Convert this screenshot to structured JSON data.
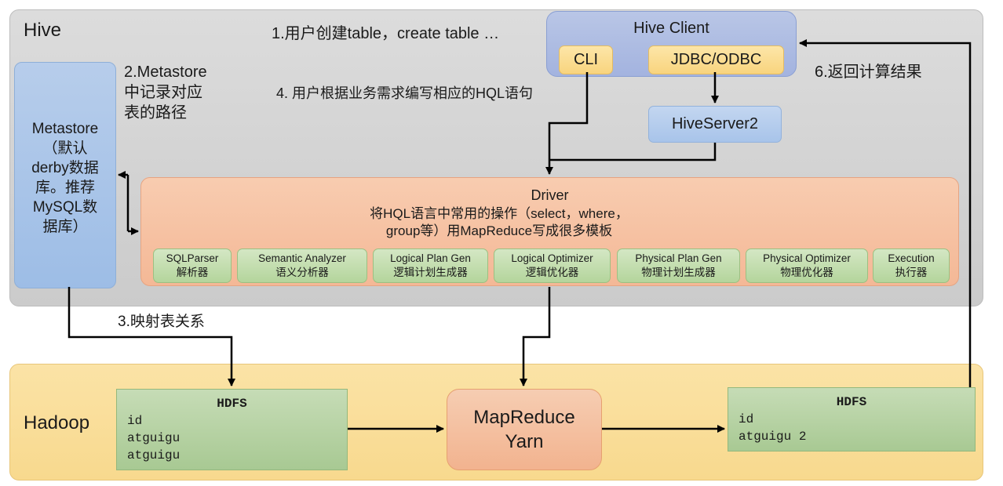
{
  "regions": {
    "hive": "Hive",
    "hadoop": "Hadoop"
  },
  "notes": {
    "step1": "1.用户创建table，create table …",
    "step2_lines": [
      "2.Metastore",
      "中记录对应",
      "表的路径"
    ],
    "step3": "3.映射表关系",
    "step4": "4. 用户根据业务需求编写相应的HQL语句",
    "step6": "6.返回计算结果"
  },
  "metastore": {
    "lines": [
      "Metastore",
      "（默认",
      "derby数据",
      "库。推荐",
      "MySQL数",
      "据库）"
    ]
  },
  "hive_client": {
    "title": "Hive Client",
    "cli": "CLI",
    "jdbc": "JDBC/ODBC"
  },
  "hiveserver2": "HiveServer2",
  "driver": {
    "title": "Driver",
    "desc_line1": "将HQL语言中常用的操作（select，where，",
    "desc_line2": "group等）用MapReduce写成很多模板",
    "steps": [
      {
        "en": "SQLParser",
        "zh": "解析器"
      },
      {
        "en": "Semantic Analyzer",
        "zh": "语义分析器"
      },
      {
        "en": "Logical Plan Gen",
        "zh": "逻辑计划生成器"
      },
      {
        "en": "Logical Optimizer",
        "zh": "逻辑优化器"
      },
      {
        "en": "Physical Plan Gen",
        "zh": "物理计划生成器"
      },
      {
        "en": "Physical Optimizer",
        "zh": "物理优化器"
      },
      {
        "en": "Execution",
        "zh": "执行器"
      }
    ]
  },
  "hdfs_input": {
    "title": "HDFS",
    "rows": [
      "id",
      "atguigu",
      "atguigu"
    ]
  },
  "mapreduce": {
    "line1": "MapReduce",
    "line2": "Yarn"
  },
  "hdfs_output": {
    "title": "HDFS",
    "rows": [
      "id",
      "atguigu 2"
    ]
  }
}
